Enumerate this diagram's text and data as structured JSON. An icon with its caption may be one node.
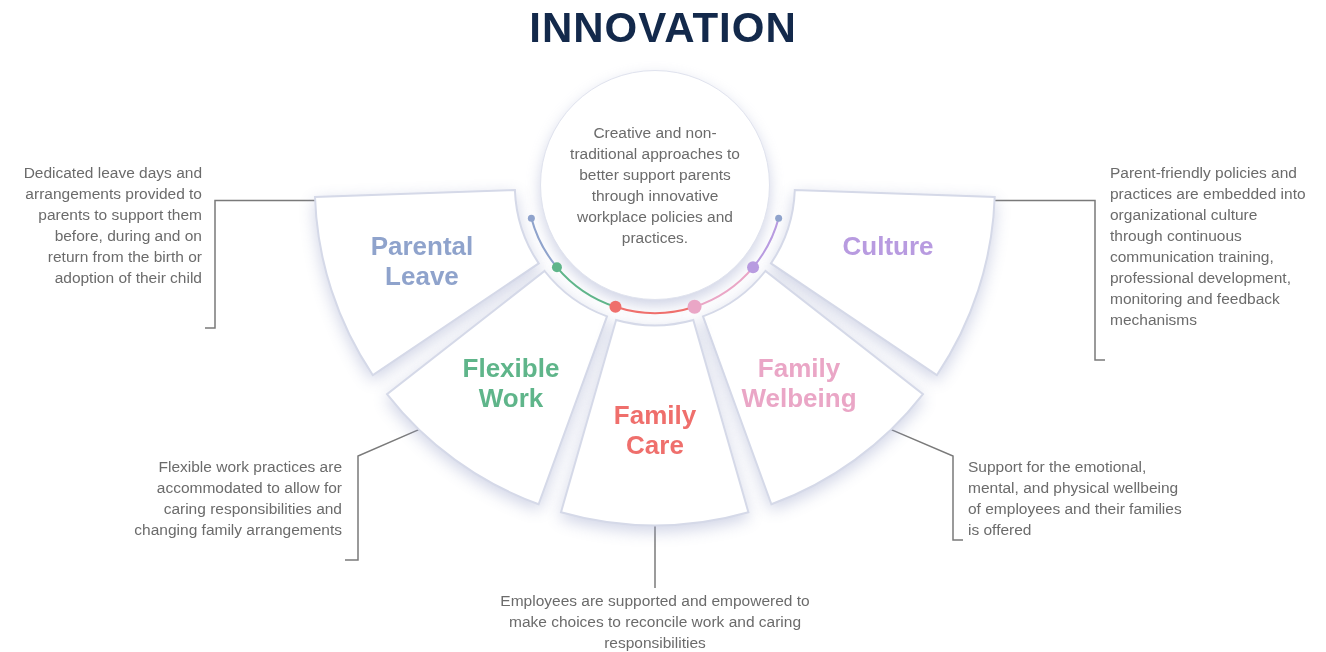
{
  "diagram": {
    "title": "INNOVATION",
    "nodes": [
      {
        "text": [
          "Creative and non-traditional approaches to better support parents through innovative workplace policies and practices."
        ]
      },
      {
        "text": [
          "Parental Leave"
        ]
      },
      {
        "text": [
          "Culture"
        ]
      },
      {
        "text": [
          "Flexible Work"
        ]
      },
      {
        "text": [
          "Family Welbeing"
        ]
      },
      {
        "text": [
          "Family Care"
        ]
      },
      {
        "text": [
          "Dedicated leave days and arrangements provided to parents to support them before, during and on return from the birth or adoption of their child"
        ]
      },
      {
        "text": [
          "Parent-friendly policies and practices are embedded into organizational culture through continuous communication training, professional development, monitoring and feedback mechanisms"
        ]
      },
      {
        "text": [
          "Flexible work practices are accommodated to allow for caring responsibilities and changing family arrangements"
        ]
      },
      {
        "text": [
          "Support for the emotional, mental, and physical wellbeing of employees and their families is offered"
        ]
      },
      {
        "text": [
          "Employees are supported and empowered to make choices to reconcile work and caring responsibilities"
        ]
      }
    ],
    "edges": [
      {
        "from": 6,
        "to": 1,
        "arrow": "none"
      },
      {
        "from": 7,
        "to": 2,
        "arrow": "none"
      },
      {
        "from": 8,
        "to": 3,
        "arrow": "none"
      },
      {
        "from": 9,
        "to": 4,
        "arrow": "none"
      },
      {
        "from": 10,
        "to": 5,
        "arrow": "none"
      }
    ]
  }
}
